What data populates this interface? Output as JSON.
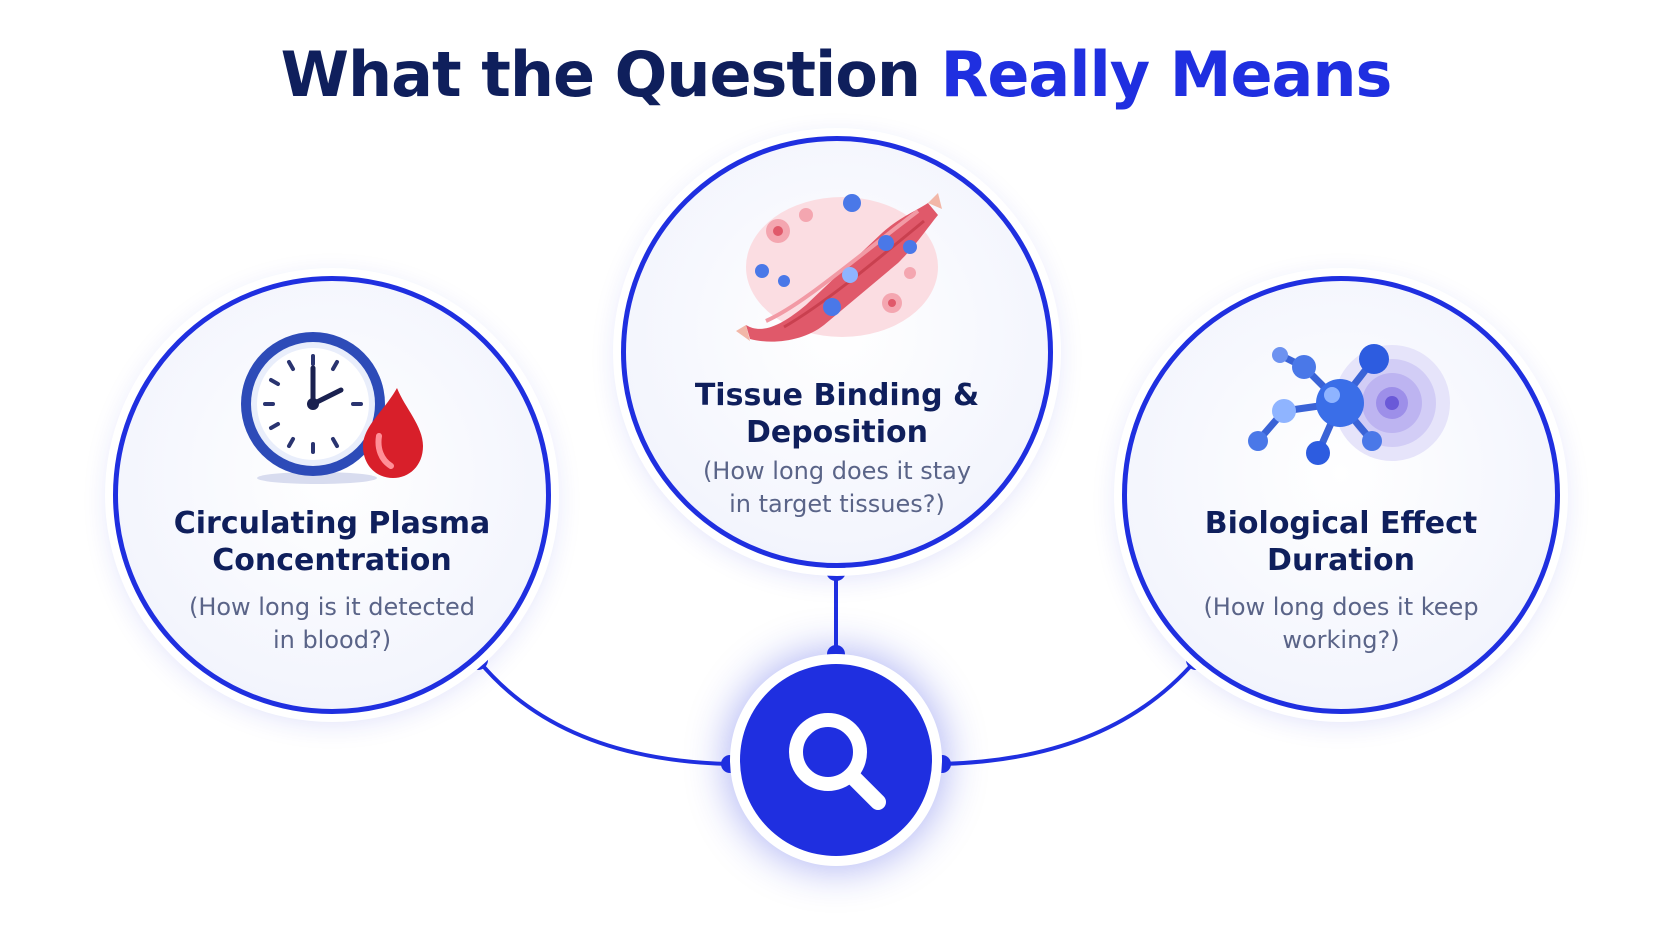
{
  "title": {
    "main": "What the Question",
    "accent": "Really Means"
  },
  "nodes": [
    {
      "heading_line1": "Circulating Plasma",
      "heading_line2": "Concentration",
      "question_line1": "(How long is it detected",
      "question_line2": "in blood?)",
      "icon": "clock-blood-drop-icon"
    },
    {
      "heading_line1": "Tissue Binding &",
      "heading_line2": "Deposition",
      "question_line1": "(How long does it stay",
      "question_line2": "in target tissues?)",
      "icon": "muscle-tissue-icon"
    },
    {
      "heading_line1": "Biological Effect",
      "heading_line2": "Duration",
      "question_line1": "(How long does it keep",
      "question_line2": "working?)",
      "icon": "molecule-target-icon"
    }
  ],
  "hub": {
    "icon": "magnifier-icon"
  },
  "colors": {
    "accent": "#1f2fe0",
    "navy": "#0f1f5c",
    "text_muted": "#5a6488",
    "blood": "#d81f2a",
    "tissue": "#e0596a"
  }
}
